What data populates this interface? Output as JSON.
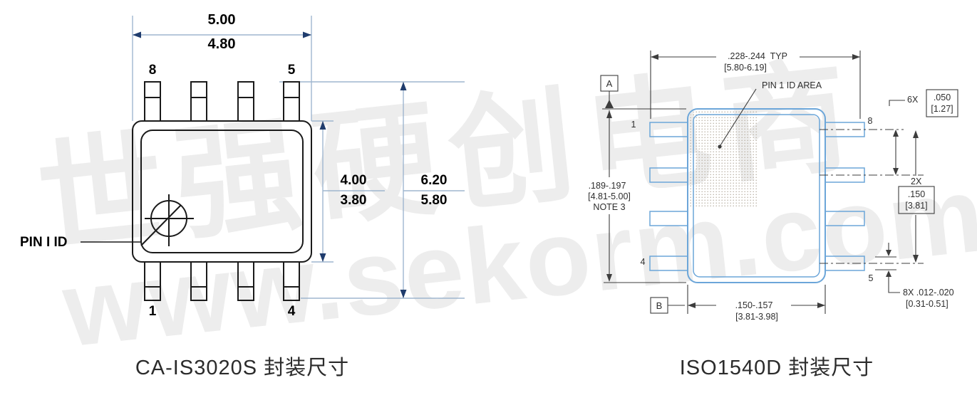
{
  "watermark": {
    "cn": "世强硬创电商",
    "url": "www.sekorm.com",
    "color": "#ededed"
  },
  "left": {
    "caption": "CA-IS3020S 封装尺寸",
    "pin1_label": "PIN I ID",
    "pin_top_left": "8",
    "pin_top_right": "5",
    "pin_bottom_left": "1",
    "pin_bottom_right": "4",
    "dim_width_max": "5.00",
    "dim_width_min": "4.80",
    "dim_body_max": "4.00",
    "dim_body_min": "3.80",
    "dim_overall_max": "6.20",
    "dim_overall_min": "5.80",
    "colors": {
      "outline": "#1a1a1a",
      "dim_line": "#9fb6cf",
      "arrow": "#1f3c6d"
    }
  },
  "right": {
    "caption": "ISO1540D 封装尺寸",
    "datum_a": "A",
    "datum_b": "B",
    "pin1_area_label": "PIN 1 ID AREA",
    "pin_left_top": "1",
    "pin_left_bottom": "4",
    "pin_right_top": "8",
    "pin_right_bottom": "5",
    "dim_top": ".228-.244  TYP",
    "dim_top_mm": "[5.80-6.19]",
    "dim_left_in": ".189-.197",
    "dim_left_mm": "[4.81-5.00]",
    "dim_left_note": "NOTE 3",
    "dim_bottom_in": ".150-.157",
    "dim_bottom_mm": "[3.81-3.98]",
    "pitch_count": "6X",
    "pitch_in": ".050",
    "pitch_mm": "[1.27]",
    "span_count": "2X",
    "span_in": ".150",
    "span_mm": "[3.81]",
    "lead_width": "8X .012-.020",
    "lead_width_mm": "[0.31-0.51]",
    "colors": {
      "body": "#6ca6d9",
      "line": "#3d3d3d",
      "stipple_dot": "#b5ac9f"
    }
  }
}
